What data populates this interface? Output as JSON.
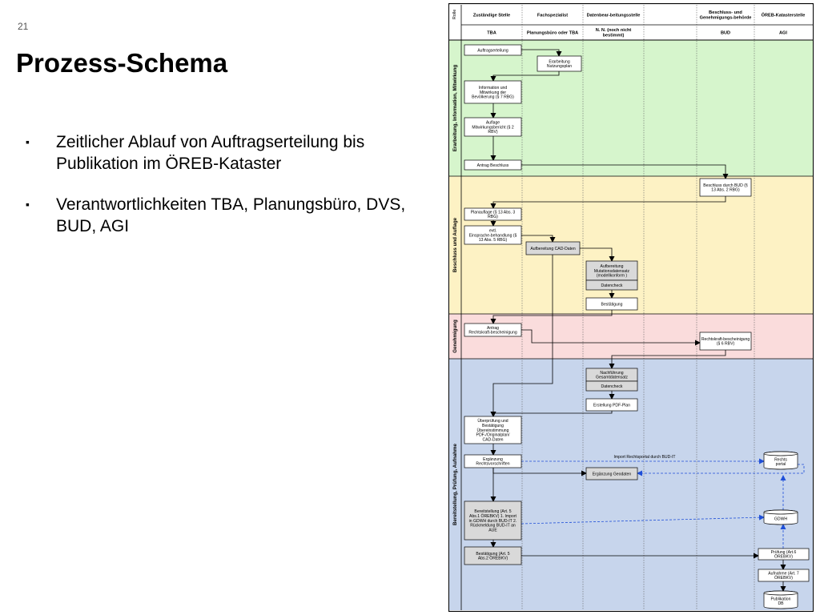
{
  "slide": {
    "page_number": "21",
    "title": "Prozess-Schema",
    "bullets": [
      "Zeitlicher Ablauf von Auftragserteilung bis Publikation im ÖREB-Kataster",
      "Verantwortlichkeiten TBA, Planungsbüro, DVS, BUD, AGI"
    ]
  },
  "diagram": {
    "role_header": "Rolle",
    "lanes": [
      {
        "id": "zust",
        "role": "Zuständige Stelle",
        "actor": "TBA"
      },
      {
        "id": "fach",
        "role": "Fachspezialist",
        "actor": "Planungsbüro oder TBA"
      },
      {
        "id": "daten",
        "role": "Datenbear-beitungsstelle",
        "actor": "N. N. (noch nicht bestimmt)"
      },
      {
        "id": "leer1",
        "role": "",
        "actor": ""
      },
      {
        "id": "bud",
        "role": "Beschluss- und Genehmigungs-behörde",
        "actor": "BUD"
      },
      {
        "id": "agi",
        "role": "ÖREB-Katasterstelle",
        "actor": "AGI"
      }
    ],
    "phases": [
      {
        "id": "p1",
        "label": "Erarbeitung, Information, Mitwirkung",
        "color": "#d6f5cc"
      },
      {
        "id": "p2",
        "label": "Beschluss und Auflage",
        "color": "#fdf2c4"
      },
      {
        "id": "p3",
        "label": "Genehmigung",
        "color": "#fadcdc"
      },
      {
        "id": "p4",
        "label": "Bereitstellung, Prüfung, Aufnahme",
        "color": "#c7d5ec"
      }
    ],
    "nodes": [
      {
        "id": "n1",
        "text": "Auftragserteilung",
        "shaded": false
      },
      {
        "id": "n2",
        "text": "Erarbeitung Nutzungsplan",
        "shaded": false
      },
      {
        "id": "n3",
        "text": "Information und Mitwirkung der Bevölkerung (§ 7 RBG)",
        "shaded": false
      },
      {
        "id": "n4",
        "text": "Auflage Mitwirkungsbericht (§ 2 RBV)",
        "shaded": false
      },
      {
        "id": "n5",
        "text": "Antrag Beschluss",
        "shaded": false
      },
      {
        "id": "n6",
        "text": "Beschluss durch BUD (§ 13 Abs. 2 RBG)",
        "shaded": false
      },
      {
        "id": "n7",
        "text": "Planauflage (§ 13 Abs. 3 RBG)",
        "shaded": false
      },
      {
        "id": "n8",
        "text": "evtl. Einsprache-behandlung (§ 13 Abs. 5 RBG)",
        "shaded": false
      },
      {
        "id": "n9",
        "text": "Aufbereitung CAD-Daten",
        "shaded": true
      },
      {
        "id": "n10",
        "text": "Aufbereitung Mutationsdatensatz (modellkonform )",
        "shaded": true
      },
      {
        "id": "n11",
        "text": "Datencheck",
        "shaded": true
      },
      {
        "id": "n12",
        "text": "Bestätigung",
        "shaded": false
      },
      {
        "id": "n13",
        "text": "Antrag Rechtskraft-bescheinigung",
        "shaded": false
      },
      {
        "id": "n14",
        "text": "Rechtskraft-bescheinigung (§ 6 RBV)",
        "shaded": false
      },
      {
        "id": "n15",
        "text": "Nachführung Gesamtdatensatz",
        "shaded": true
      },
      {
        "id": "n16",
        "text": "Datencheck",
        "shaded": true
      },
      {
        "id": "n17",
        "text": "Erstellung PDF-Plan",
        "shaded": false
      },
      {
        "id": "n18",
        "text": "Überprüfung und Bestätigung Übereinstimmung PDF-/Originalplan/ CAD-Daten",
        "shaded": false
      },
      {
        "id": "n19",
        "text": "Ergänzung Rechtsvorschriften",
        "shaded": false
      },
      {
        "id": "n20",
        "text": "Ergänzung Geodaten",
        "shaded": true
      },
      {
        "id": "n21",
        "text": "Bereitstellung (Art. 5 Abs.1 ÖREBKV) 1. Import in GDWH durch BUD-IT 2. Rückmeldung BUD-IT an AUE",
        "shaded": true
      },
      {
        "id": "n22",
        "text": "Bestätigung (Art. 5 Abs.2 ÖREBKV)",
        "shaded": true
      },
      {
        "id": "n23",
        "text": "Prüfung (Art.6 ÖREBKV)",
        "shaded": false
      },
      {
        "id": "n24",
        "text": "Aufnahme (Art. 7 ÖREBKV)",
        "shaded": false
      }
    ],
    "datastores": [
      {
        "id": "d1",
        "text": "Rechts portal"
      },
      {
        "id": "d2",
        "text": "GDWH"
      },
      {
        "id": "d3",
        "text": "Publikation DB"
      }
    ],
    "edge_labels": [
      {
        "id": "e1",
        "text": "Import Rechtsportal durch BUD-IT"
      }
    ],
    "colors": {
      "edge": "#000000",
      "dashed_edge": "#1f4fd8",
      "node_fill": "#ffffff",
      "node_shaded": "#d9d9d9",
      "header_fill": "#ffffff"
    }
  }
}
